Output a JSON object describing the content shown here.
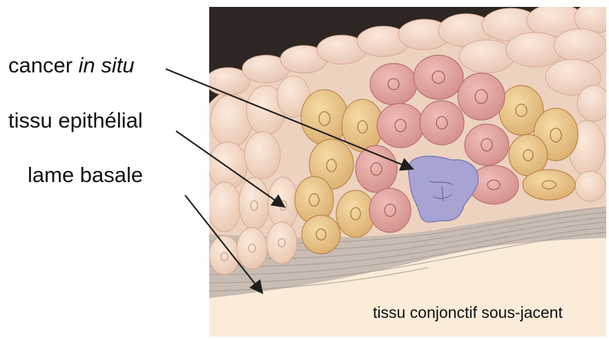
{
  "labels": {
    "cancer_prefix": "cancer ",
    "cancer_italic": "in situ",
    "epithelial": "tissu epithélial",
    "basal": "lame basale",
    "connective": "tissu conjonctif sous-jacent"
  },
  "colors": {
    "frame_background": "#2e2622",
    "connective_tissue": "#fbecd9",
    "basal_fibers": "#c8bcb3",
    "pale_cell": "#f3d9c6",
    "yellow_cell": "#ecc98c",
    "pink_cell": "#e3a8a3",
    "cancer_cell": "#a7a3d3",
    "pointer_line": "#1e1e1e"
  }
}
